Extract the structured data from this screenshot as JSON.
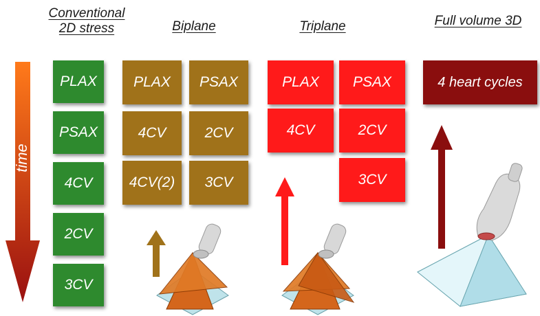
{
  "headings": {
    "conventional_line1": "Conventional",
    "conventional_line2": "2D stress",
    "biplane": "Biplane",
    "triplane": "Triplane",
    "full_volume": "Full volume 3D"
  },
  "time_label": "time",
  "conventional_views": [
    "PLAX",
    "PSAX",
    "4CV",
    "2CV",
    "3CV"
  ],
  "biplane_views": {
    "left": [
      "PLAX",
      "4CV",
      "4CV(2)"
    ],
    "right": [
      "PSAX",
      "2CV",
      "3CV"
    ]
  },
  "triplane_views": {
    "left": [
      "PLAX",
      "4CV"
    ],
    "right": [
      "PSAX",
      "2CV",
      "3CV"
    ]
  },
  "full_volume_view": "4 heart cycles",
  "colors": {
    "conventional": "#2e8a2e",
    "biplane": "#a0721a",
    "triplane": "#ff1a1a",
    "full_volume": "#8a0e0e",
    "time_arrow_top": "#ff7a1a",
    "time_arrow_bottom": "#9a1010"
  },
  "icons": [
    "time-arrow",
    "biplane-arrow-up-icon",
    "triplane-arrow-up-icon",
    "full-volume-arrow-up-icon",
    "probe-icon",
    "pyramid-icon"
  ]
}
